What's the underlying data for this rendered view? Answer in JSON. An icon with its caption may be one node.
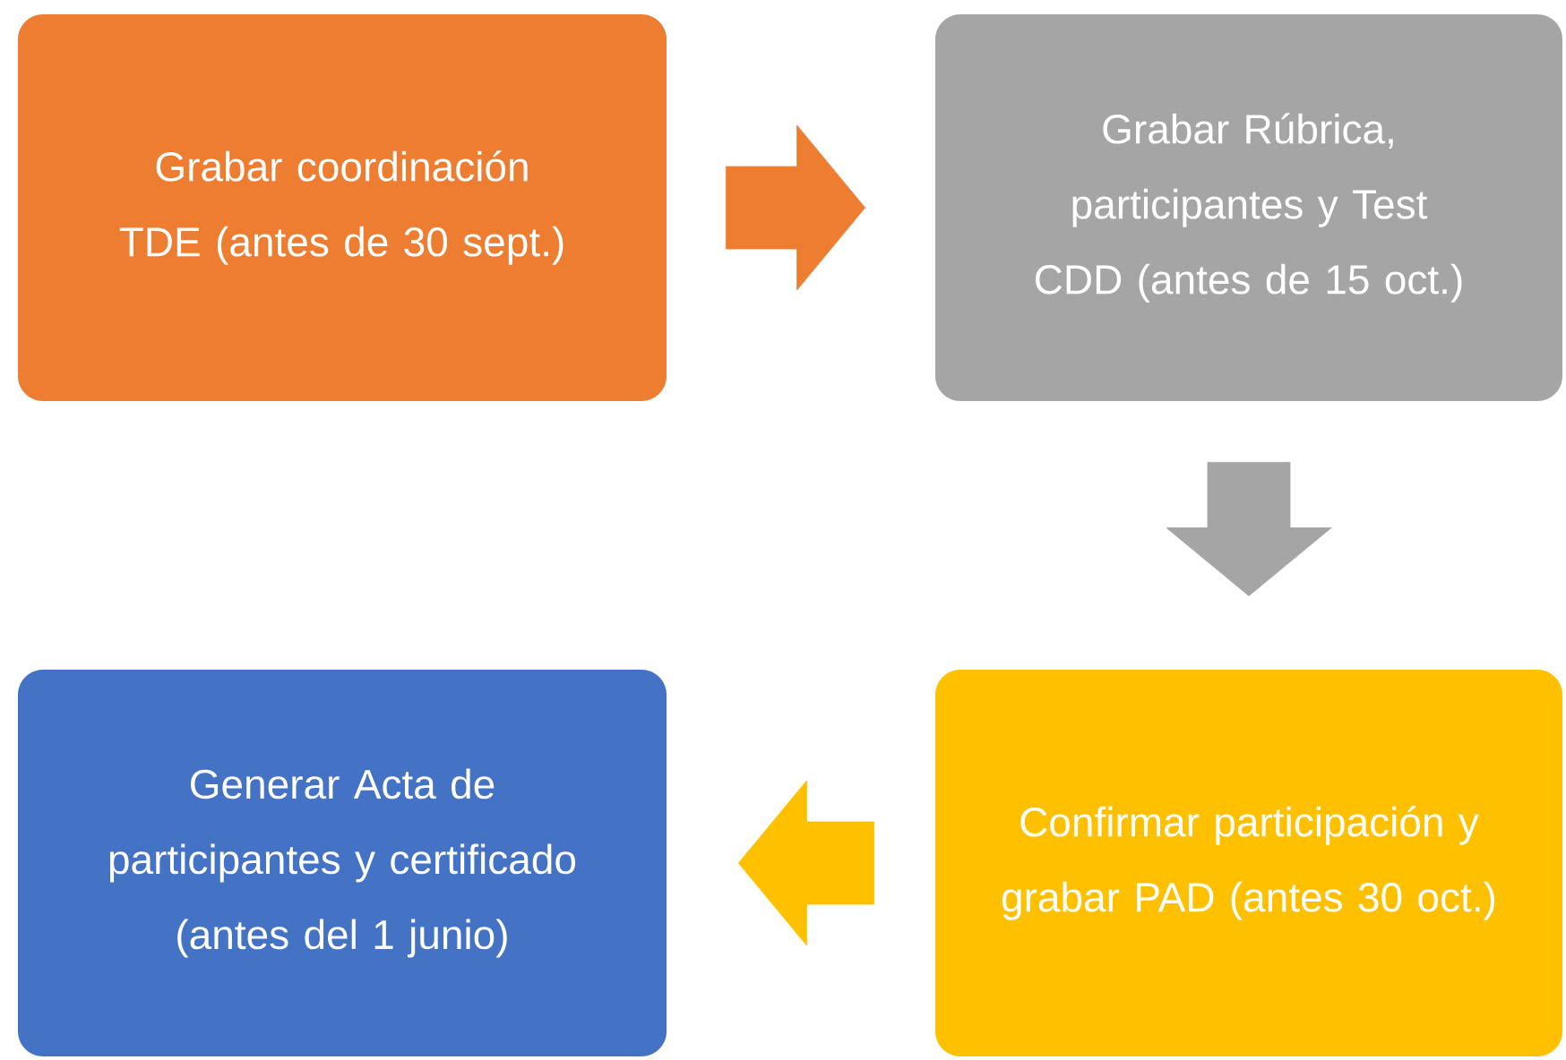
{
  "diagram": {
    "nodes": [
      {
        "text": [
          "Grabar coordinación TDE (antes de 30 sept.)"
        ]
      },
      {
        "text": [
          "Grabar Rúbrica, participantes y Test CDD (antes de 15 oct.)"
        ]
      },
      {
        "text": [
          "Generar Acta de participantes y certificado (antes del 1 junio)"
        ]
      },
      {
        "text": [
          "Confirmar participación y grabar PAD (antes 30 oct.)"
        ]
      }
    ],
    "edges": [
      {
        "from": 0,
        "to": 1,
        "arrow": "to",
        "style": "thick",
        "color": "#ed7d31"
      },
      {
        "from": 1,
        "to": 3,
        "arrow": "to",
        "style": "thick",
        "color": "#a5a5a5"
      },
      {
        "from": 3,
        "to": 2,
        "arrow": "to",
        "style": "thick",
        "color": "#ffc000"
      }
    ]
  }
}
